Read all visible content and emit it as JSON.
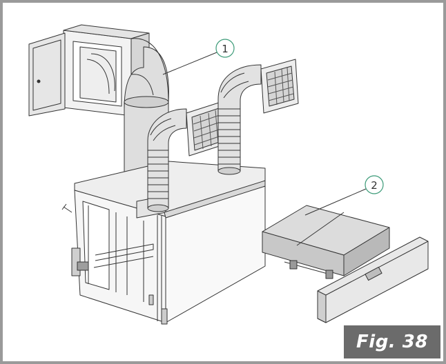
{
  "figure": {
    "label": "Fig. 38",
    "callouts": [
      {
        "number": "1"
      },
      {
        "number": "2"
      }
    ]
  },
  "colors": {
    "frame": "#9a9a9a",
    "label_background": "#6b6b6b",
    "callout_stroke": "#3a9a77",
    "line": "#333333",
    "fill_light": "#f2f2f2",
    "fill_mid": "#dcdcdc",
    "fill_dark": "#bdbdbd"
  }
}
